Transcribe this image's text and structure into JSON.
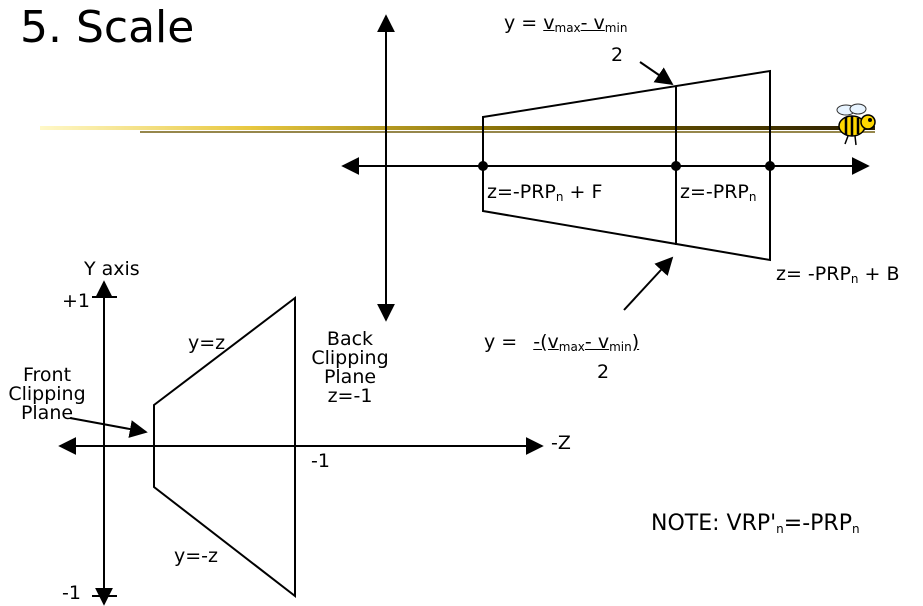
{
  "slide": {
    "title": "5. Scale"
  },
  "top_diagram": {
    "label_upper_prefix": "y = ",
    "label_upper_numer_a": "v",
    "label_upper_numer_a_sub": "max",
    "label_upper_numer_op": "- v",
    "label_upper_numer_b_sub": "min",
    "label_upper_denom": "2",
    "label_lower_prefix": "y = ",
    "label_lower_numer_a": "-(v",
    "label_lower_numer_a_sub": "max",
    "label_lower_numer_op": "- v",
    "label_lower_numer_b_sub": "min",
    "label_lower_numer_close": ")",
    "label_lower_denom": "2",
    "z_front_a": "z=-PRP",
    "z_front_sub": "n",
    "z_front_b": " + F",
    "z_mid_a": "z=-PRP",
    "z_mid_sub": "n",
    "z_back_a": "z= -PRP",
    "z_back_sub": "n",
    "z_back_b": " + B"
  },
  "bottom_diagram": {
    "y_axis_label": "Y axis",
    "plus_one": "+1",
    "minus_one_y": "-1",
    "minus_one_z": "-1",
    "z_axis_label": "-Z",
    "upper_edge": "y=z",
    "lower_edge": "y=-z",
    "front_plane": [
      "Front",
      "Clipping",
      "Plane"
    ],
    "back_plane": [
      "Back",
      "Clipping",
      "Plane",
      "z=-1"
    ]
  },
  "note": {
    "prefix": "NOTE: VRP'",
    "sub1": "n",
    "mid": "=-PRP",
    "sub2": "n"
  },
  "colors": {
    "bar_gold": "#c8a800",
    "bar_dark": "#3a2a00",
    "bee_yellow": "#ffd700"
  },
  "icons": {
    "mascot": "yellow-jacket-bee-icon"
  }
}
